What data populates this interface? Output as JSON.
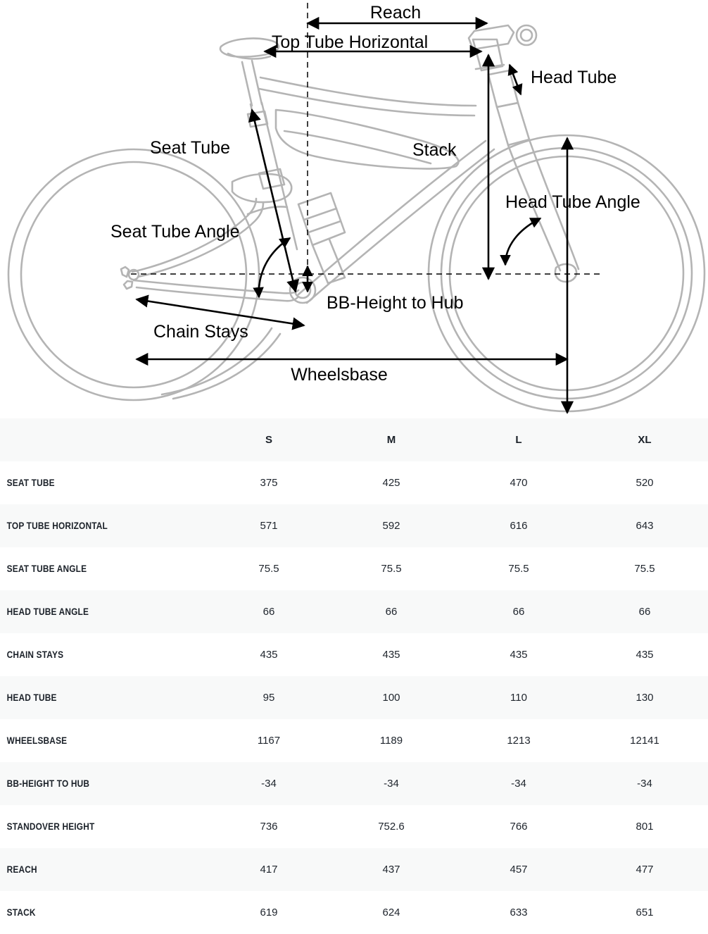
{
  "diagram": {
    "title": "bike-geometry-diagram",
    "labels": [
      {
        "key": "reach",
        "text": "Reach"
      },
      {
        "key": "top_tube_horizontal",
        "text": "Top Tube Horizontal"
      },
      {
        "key": "head_tube",
        "text": "Head Tube"
      },
      {
        "key": "seat_tube",
        "text": "Seat Tube"
      },
      {
        "key": "stack",
        "text": "Stack"
      },
      {
        "key": "head_tube_angle",
        "text": "Head Tube Angle"
      },
      {
        "key": "seat_tube_angle",
        "text": "Seat Tube Angle"
      },
      {
        "key": "bb_height_to_hub",
        "text": "BB-Height to Hub"
      },
      {
        "key": "chain_stays",
        "text": "Chain Stays"
      },
      {
        "key": "wheelsbase",
        "text": "Wheelsbase"
      }
    ],
    "colors": {
      "frame": "#b4b4b4",
      "annotation": "#000000",
      "guide": "#000000"
    }
  },
  "table": {
    "columns": [
      "",
      "S",
      "M",
      "L",
      "XL"
    ],
    "rows": [
      {
        "label": "SEAT TUBE",
        "values": [
          "375",
          "425",
          "470",
          "520"
        ]
      },
      {
        "label": "TOP TUBE HORIZONTAL",
        "values": [
          "571",
          "592",
          "616",
          "643"
        ]
      },
      {
        "label": "SEAT TUBE ANGLE",
        "values": [
          "75.5",
          "75.5",
          "75.5",
          "75.5"
        ]
      },
      {
        "label": "HEAD TUBE ANGLE",
        "values": [
          "66",
          "66",
          "66",
          "66"
        ]
      },
      {
        "label": "CHAIN STAYS",
        "values": [
          "435",
          "435",
          "435",
          "435"
        ]
      },
      {
        "label": "HEAD TUBE",
        "values": [
          "95",
          "100",
          "110",
          "130"
        ]
      },
      {
        "label": "WHEELSBASE",
        "values": [
          "1167",
          "1189",
          "1213",
          "12141"
        ]
      },
      {
        "label": "BB-HEIGHT TO HUB",
        "values": [
          "-34",
          "-34",
          "-34",
          "-34"
        ]
      },
      {
        "label": "STANDOVER HEIGHT",
        "values": [
          "736",
          "752.6",
          "766",
          "801"
        ]
      },
      {
        "label": "REACH",
        "values": [
          "417",
          "437",
          "457",
          "477"
        ]
      },
      {
        "label": "STACK",
        "values": [
          "619",
          "624",
          "633",
          "651"
        ]
      }
    ],
    "colors": {
      "stripe": "#f8f9f9",
      "plain": "#ffffff",
      "label_text": "#1b2129",
      "value_text": "#20262e"
    }
  }
}
